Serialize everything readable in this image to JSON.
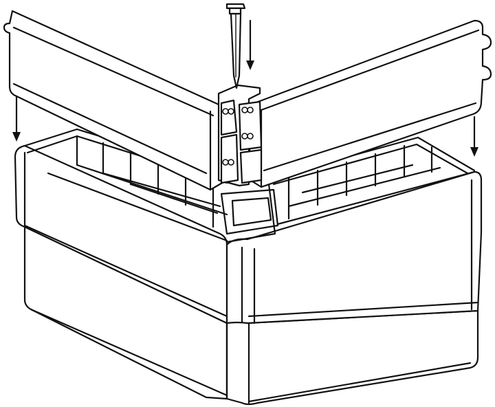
{
  "figure": {
    "arrow_count": 3,
    "components": [
      "lower-box-frame",
      "upper-box-frame",
      "grid-dividers",
      "left-side-panel",
      "right-side-panel",
      "corner-hinge",
      "connector-pin"
    ],
    "line_color": "#111111",
    "background_color": "#ffffff"
  }
}
